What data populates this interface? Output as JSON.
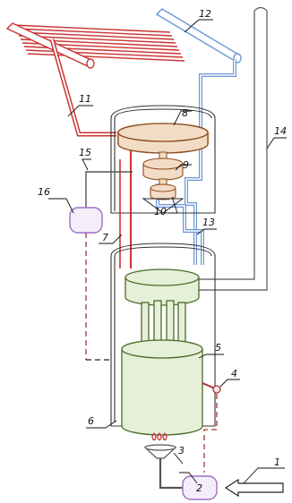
{
  "callouts": [
    {
      "number": "1"
    },
    {
      "number": "2"
    },
    {
      "number": "3"
    },
    {
      "number": "4"
    },
    {
      "number": "5"
    },
    {
      "number": "6"
    },
    {
      "number": "7"
    },
    {
      "number": "8"
    },
    {
      "number": "9"
    },
    {
      "number": "10"
    },
    {
      "number": "11"
    },
    {
      "number": "12"
    },
    {
      "number": "13"
    },
    {
      "number": "14"
    },
    {
      "number": "15"
    },
    {
      "number": "16"
    }
  ],
  "colors": {
    "red_circuit": "#cc3333",
    "blue_circuit": "#6b95d6",
    "engine_fill": "#e6f0d8",
    "engine_stroke": "#4a6b2a",
    "turbine_fill": "#f3dcc6",
    "turbine_stroke": "#8a4a1a",
    "controller_stroke": "#9b6fc4",
    "controller_fill": "#f4eefb"
  }
}
